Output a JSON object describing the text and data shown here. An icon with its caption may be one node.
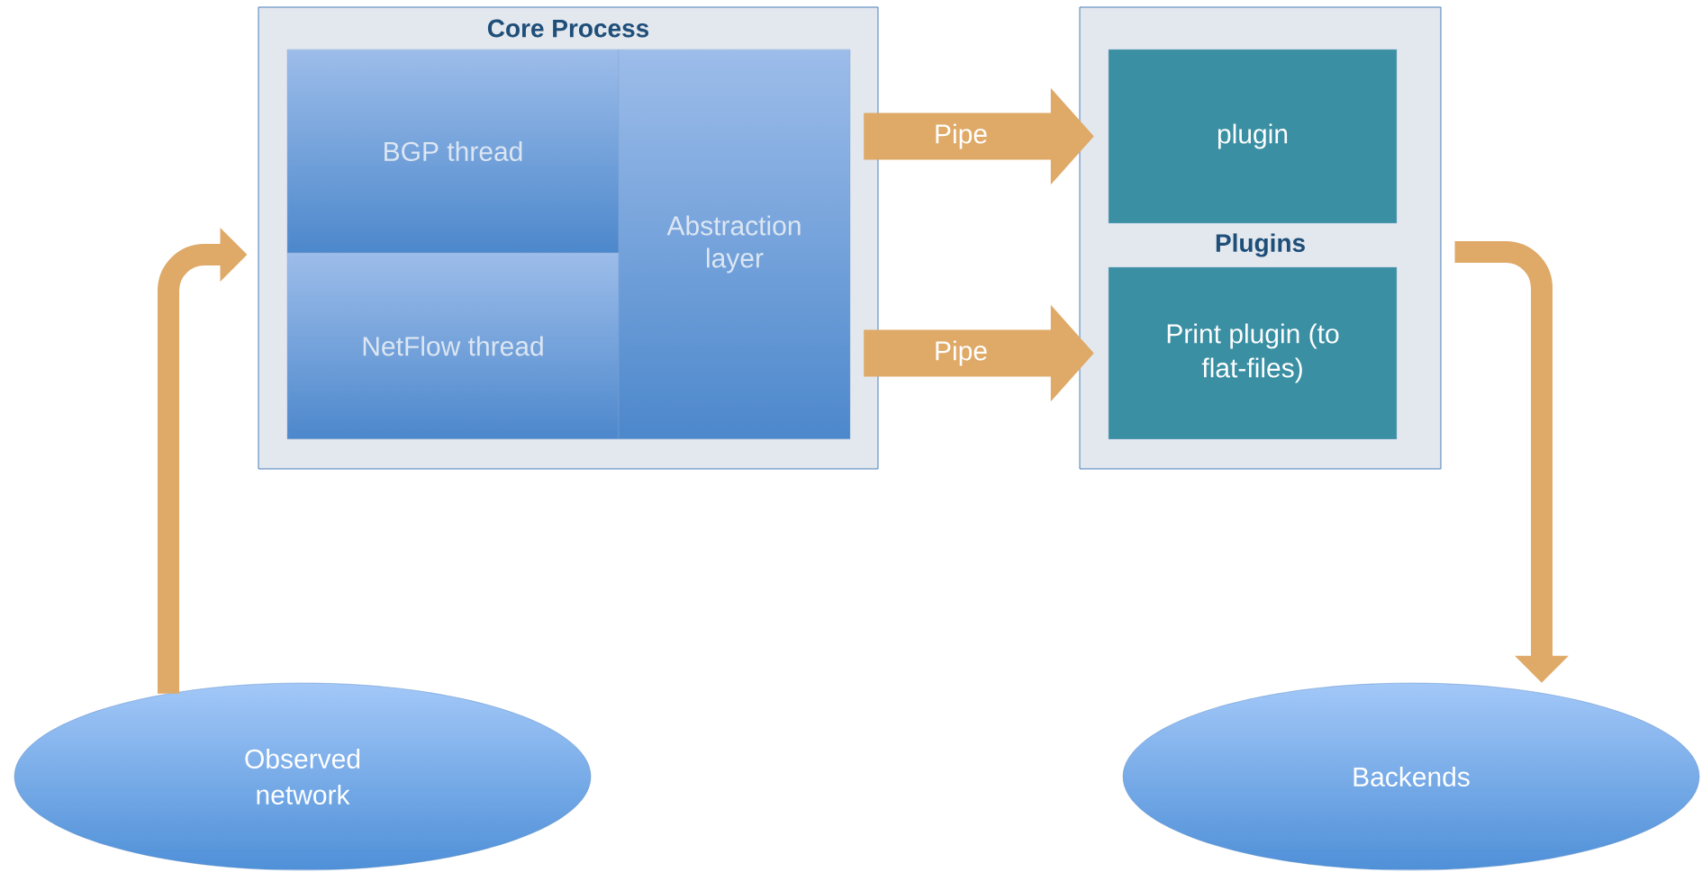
{
  "diagram": {
    "nodes": [
      {
        "text": [
          "Core Process"
        ]
      },
      {
        "text": [
          "BGP thread"
        ],
        "in": 0
      },
      {
        "text": [
          "NetFlow thread"
        ],
        "in": 0
      },
      {
        "text": [
          "Abstraction layer"
        ],
        "in": 0
      },
      {
        "text": [
          "Plugins"
        ]
      },
      {
        "text": [
          "plugin"
        ],
        "in": 4
      },
      {
        "text": [
          "Print plugin (to flat-files)"
        ],
        "in": 4
      },
      {
        "text": [
          "Observed network"
        ]
      },
      {
        "text": [
          "Backends"
        ]
      }
    ],
    "edges": [
      {
        "from": 3,
        "to": 5,
        "arrow": "to",
        "label": "Pipe",
        "style": "thick"
      },
      {
        "from": 3,
        "to": 6,
        "arrow": "to",
        "label": "Pipe",
        "style": "thick"
      },
      {
        "from": 7,
        "to": 0,
        "arrow": "to"
      },
      {
        "from": 4,
        "to": 8,
        "arrow": "to"
      }
    ]
  }
}
